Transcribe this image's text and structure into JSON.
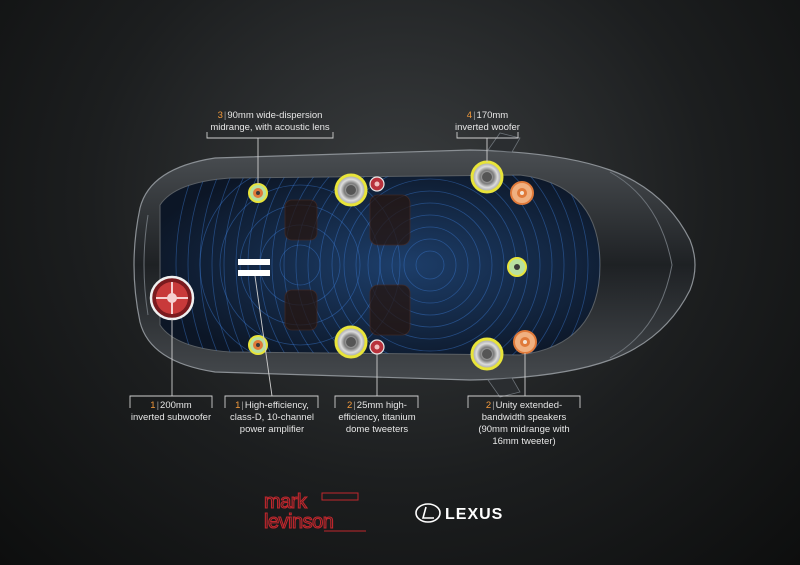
{
  "callouts": {
    "midrange": {
      "num": "3",
      "line1": "90mm wide-dispersion",
      "line2": "midrange, with acoustic lens"
    },
    "woofer": {
      "num": "4",
      "line1": "170mm",
      "line2": "inverted woofer"
    },
    "subwoofer": {
      "num": "1",
      "line1": "200mm",
      "line2": "inverted subwoofer"
    },
    "amplifier": {
      "num": "1",
      "line1": "High-efficiency,",
      "line2": "class-D, 10-channel",
      "line3": "power amplifier"
    },
    "tweeters": {
      "num": "2",
      "line1": "25mm high-",
      "line2": "efficiency, titanium",
      "line3": "dome tweeters"
    },
    "unity": {
      "num": "2",
      "line1": "Unity extended-",
      "line2": "bandwidth speakers",
      "line3": "(90mm midrange with",
      "line4": "16mm tweeter)"
    }
  },
  "brands": {
    "mark_levinson": "mark levinson",
    "lexus": "LEXUS"
  },
  "colors": {
    "accent_number": "#f39a3c",
    "speaker_ring": "#e8e43a",
    "subwoofer": "#c83a3a",
    "tweeter": "#b8323c",
    "unity_speaker": "#e07a3a",
    "sound_wave": "#3b7dd8",
    "mark_levinson_red": "#c0272d"
  }
}
